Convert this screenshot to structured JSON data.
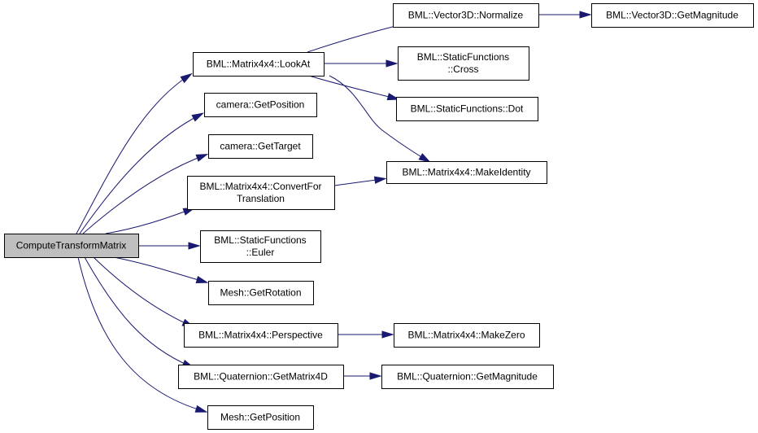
{
  "diagram": {
    "title": "",
    "colors": {
      "edge": "#191970",
      "root_fill": "#bfbfbf",
      "node_fill": "#ffffff",
      "border": "#000000"
    },
    "nodes": {
      "root": {
        "lines": [
          "ComputeTransformMatrix"
        ]
      },
      "lookat": {
        "lines": [
          "BML::Matrix4x4::LookAt"
        ]
      },
      "campos": {
        "lines": [
          "camera::GetPosition"
        ]
      },
      "camtarget": {
        "lines": [
          "camera::GetTarget"
        ]
      },
      "convert": {
        "lines": [
          "BML::Matrix4x4::ConvertFor",
          "Translation"
        ]
      },
      "euler": {
        "lines": [
          "BML::StaticFunctions",
          "::Euler"
        ]
      },
      "meshrot": {
        "lines": [
          "Mesh::GetRotation"
        ]
      },
      "persp": {
        "lines": [
          "BML::Matrix4x4::Perspective"
        ]
      },
      "quatmat": {
        "lines": [
          "BML::Quaternion::GetMatrix4D"
        ]
      },
      "meshpos": {
        "lines": [
          "Mesh::GetPosition"
        ]
      },
      "normalize": {
        "lines": [
          "BML::Vector3D::Normalize"
        ]
      },
      "magnitude": {
        "lines": [
          "BML::Vector3D::GetMagnitude"
        ]
      },
      "cross": {
        "lines": [
          "BML::StaticFunctions",
          "::Cross"
        ]
      },
      "dot": {
        "lines": [
          "BML::StaticFunctions::Dot"
        ]
      },
      "identity": {
        "lines": [
          "BML::Matrix4x4::MakeIdentity"
        ]
      },
      "makezero": {
        "lines": [
          "BML::Matrix4x4::MakeZero"
        ]
      },
      "quatmag": {
        "lines": [
          "BML::Quaternion::GetMagnitude"
        ]
      }
    },
    "edges": [
      [
        "root",
        "lookat"
      ],
      [
        "root",
        "campos"
      ],
      [
        "root",
        "camtarget"
      ],
      [
        "root",
        "convert"
      ],
      [
        "root",
        "euler"
      ],
      [
        "root",
        "meshrot"
      ],
      [
        "root",
        "persp"
      ],
      [
        "root",
        "quatmat"
      ],
      [
        "root",
        "meshpos"
      ],
      [
        "lookat",
        "normalize"
      ],
      [
        "lookat",
        "cross"
      ],
      [
        "lookat",
        "dot"
      ],
      [
        "lookat",
        "identity"
      ],
      [
        "normalize",
        "magnitude"
      ],
      [
        "convert",
        "identity"
      ],
      [
        "persp",
        "makezero"
      ],
      [
        "quatmat",
        "quatmag"
      ]
    ]
  }
}
